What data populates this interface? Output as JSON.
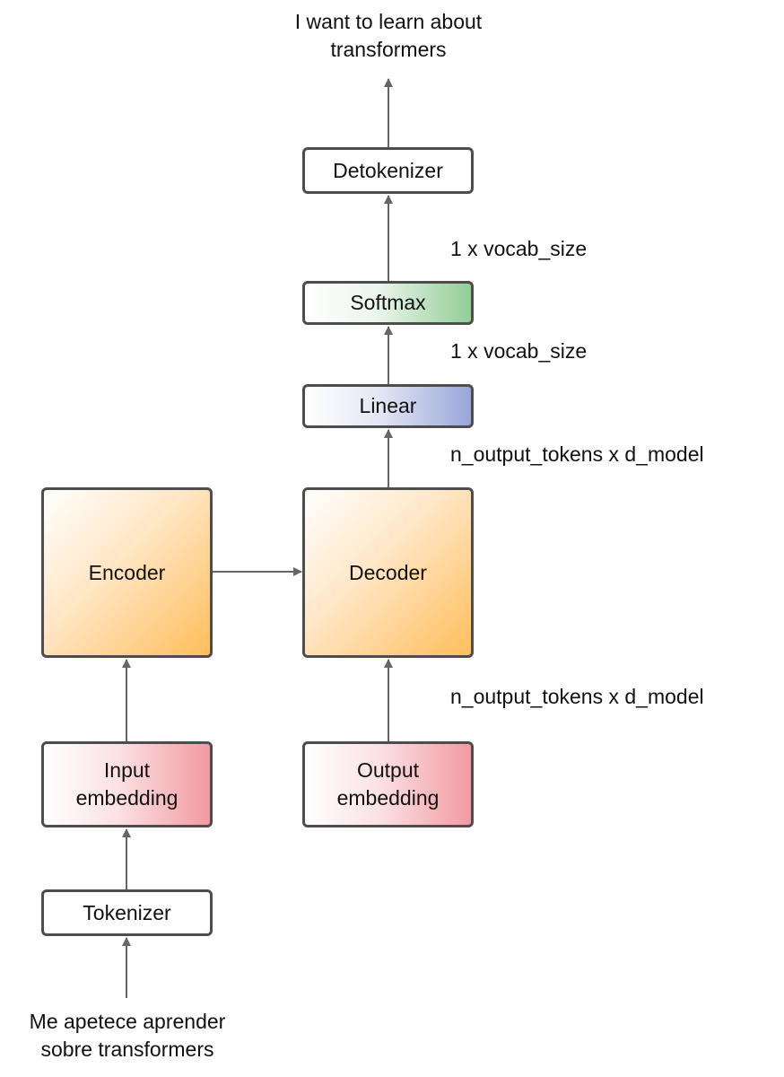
{
  "output_text": [
    "I want to learn about",
    "transformers"
  ],
  "input_text": [
    "Me apetece aprender",
    "sobre transformers"
  ],
  "nodes": {
    "detokenizer": "Detokenizer",
    "softmax": "Softmax",
    "linear": "Linear",
    "encoder": "Encoder",
    "decoder": "Decoder",
    "input_embedding": [
      "Input",
      "embedding"
    ],
    "output_embedding": [
      "Output",
      "embedding"
    ],
    "tokenizer": "Tokenizer"
  },
  "dimension_labels": {
    "detokenizer_input": "1 x vocab_size",
    "softmax_input": "1 x vocab_size",
    "linear_input": "n_output_tokens x d_model",
    "decoder_input": "n_output_tokens x d_model"
  },
  "colors": {
    "stroke": "#4d4d4d",
    "arrow": "#666666",
    "softmax_fill": "#93cd96",
    "linear_fill": "#9aa6d8",
    "coder_fill": "#ffbe5c",
    "embedding_fill": "#f29aa1"
  }
}
